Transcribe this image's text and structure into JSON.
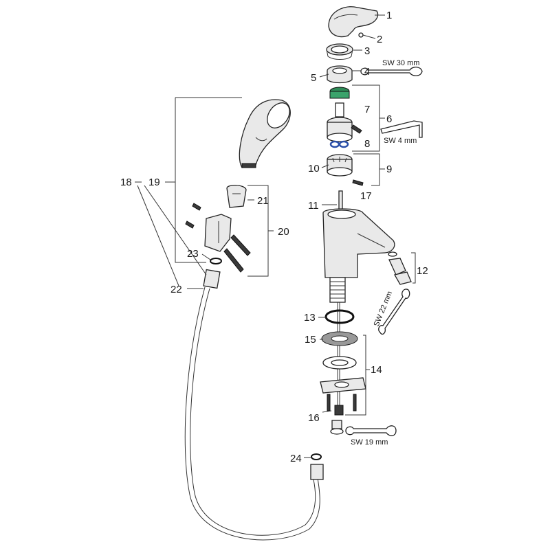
{
  "diagram": {
    "part_labels": [
      "1",
      "2",
      "3",
      "4",
      "5",
      "6",
      "7",
      "8",
      "9",
      "10",
      "11",
      "12",
      "13",
      "14",
      "15",
      "16",
      "17",
      "18",
      "19",
      "20",
      "21",
      "22",
      "23",
      "24"
    ],
    "tool_labels": {
      "wrench_30": "SW 30 mm",
      "hex_key_4": "SW 4 mm",
      "wrench_22": "SW 22 mm",
      "wrench_19": "SW 19 mm"
    },
    "colors": {
      "line": "#333333",
      "seal_green": "#2e8b57",
      "seal_blue": "#2a4fa8",
      "background": "#ffffff"
    }
  }
}
